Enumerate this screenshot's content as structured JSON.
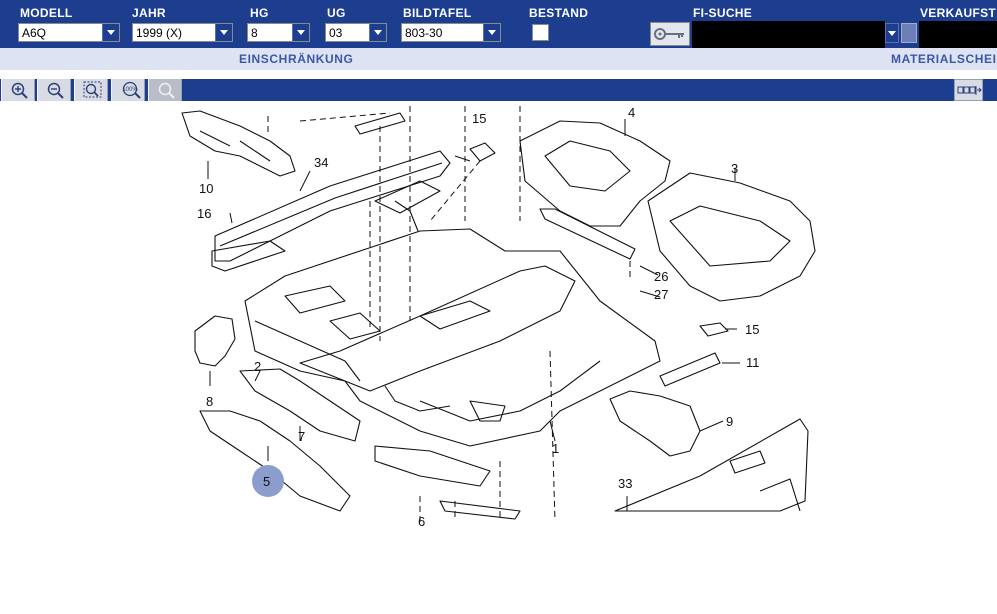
{
  "header": {
    "fields": [
      {
        "id": "modell",
        "label": "MODELL",
        "value": "A6Q"
      },
      {
        "id": "jahr",
        "label": "JAHR",
        "value": "1999 (X)"
      },
      {
        "id": "hg",
        "label": "HG",
        "value": "8"
      },
      {
        "id": "ug",
        "label": "UG",
        "value": "03"
      },
      {
        "id": "bildtafel",
        "label": "BILDTAFEL",
        "value": "803-30"
      }
    ],
    "bestand_label": "BESTAND",
    "fi_suche_label": "FI-SUCHE",
    "verkauf_label": "VERKAUFST"
  },
  "subbar": {
    "einschraenkung": "EINSCHRÄNKUNG",
    "materialschein": "MATERIALSCHEI"
  },
  "toolbar": {
    "buttons": [
      {
        "name": "zoom-in-button",
        "icon": "zoom-in-icon"
      },
      {
        "name": "zoom-out-button",
        "icon": "zoom-out-icon"
      },
      {
        "name": "zoom-fit-button",
        "icon": "zoom-fit-icon"
      },
      {
        "name": "zoom-100-button",
        "icon": "zoom-100-icon",
        "label": "100%"
      },
      {
        "name": "zoom-reset-button",
        "icon": "magnifier-icon"
      }
    ],
    "right_icon": "window-arrange-icon"
  },
  "diagram": {
    "labels": {
      "l1": "1",
      "l2": "2",
      "l3": "3",
      "l4": "4",
      "l5": "5",
      "l7": "7",
      "l8": "8",
      "l9": "9",
      "l10": "10",
      "l11": "11",
      "l15a": "15",
      "l15b": "15",
      "l16": "16",
      "l26": "26",
      "l27": "27",
      "l33": "33",
      "l34": "34",
      "l6": "6"
    },
    "highlight_color": "#8b9ccd"
  },
  "colors": {
    "header_bg": "#1d3d8f",
    "subbar_bg": "#dde3f2",
    "subbar_text": "#3c58a6"
  }
}
